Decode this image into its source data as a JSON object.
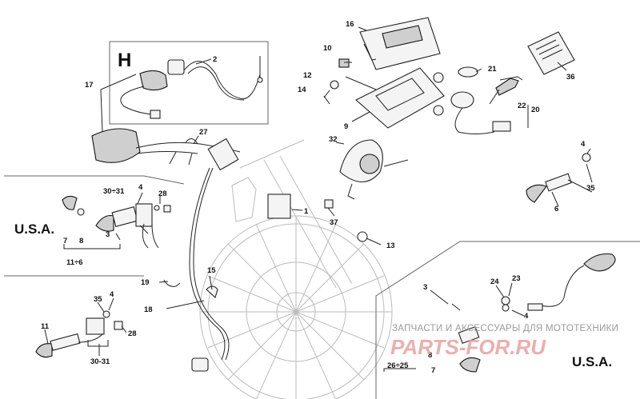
{
  "watermark": {
    "line1": "ЗАПЧАСТИ И АКСЕССУАРЫ ДЛЯ МОТОТЕХНИКИ",
    "line2": "PARTS-FOR.RU"
  },
  "groups": {
    "h_box_label": "H",
    "usa_left": "U.S.A.",
    "usa_right": "U.S.A."
  },
  "callouts": {
    "c1": "1",
    "c2": "2",
    "c3a": "3",
    "c3b": "3",
    "c4a": "4",
    "c4b": "4",
    "c4c": "4",
    "c4d": "4",
    "c6": "6",
    "c7a": "7",
    "c7b": "7",
    "c8a": "8",
    "c8b": "8",
    "c9": "9",
    "c10": "10",
    "c11": "11",
    "c12": "12",
    "c13": "13",
    "c14": "14",
    "c15": "15",
    "c16": "16",
    "c17": "17",
    "c18": "18",
    "c19": "19",
    "c20": "20",
    "c21": "21",
    "c22": "22",
    "c23": "23",
    "c24": "24",
    "c26_25": "26÷25",
    "c27": "27",
    "c28a": "28",
    "c28b": "28",
    "c30_31a": "30÷31",
    "c30_31b": "30-31",
    "c32": "32",
    "c35a": "35",
    "c35b": "35",
    "c36": "36",
    "c37": "37",
    "c11_6": "11÷6"
  }
}
